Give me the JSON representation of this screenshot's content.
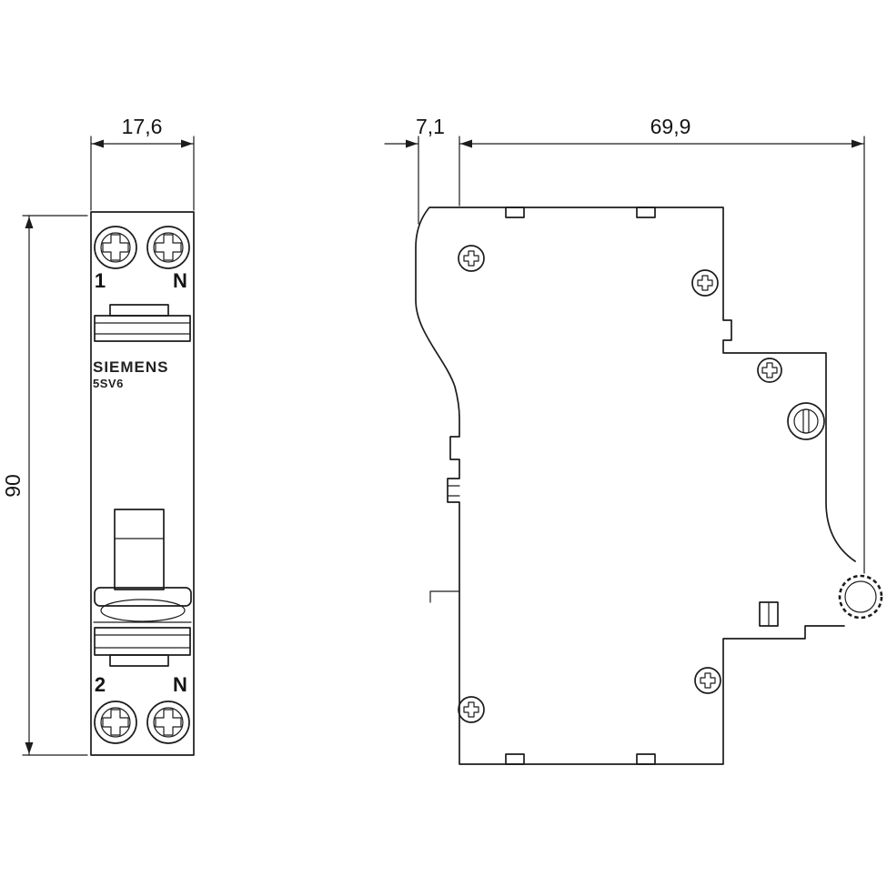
{
  "meta": {
    "drawing_type": "dimensional outline drawing, two views (front and side)"
  },
  "colors": {
    "line": "#1c1c1c",
    "background": "#ffffff"
  },
  "front_view": {
    "dim_width": "17,6",
    "dim_height": "90",
    "brand": "SIEMENS",
    "model": "5SV6",
    "terminals": {
      "top_left": "1",
      "top_right": "N",
      "bottom_left": "2",
      "bottom_right": "N"
    }
  },
  "side_view": {
    "dim_front": "7,1",
    "dim_depth": "69,9"
  }
}
